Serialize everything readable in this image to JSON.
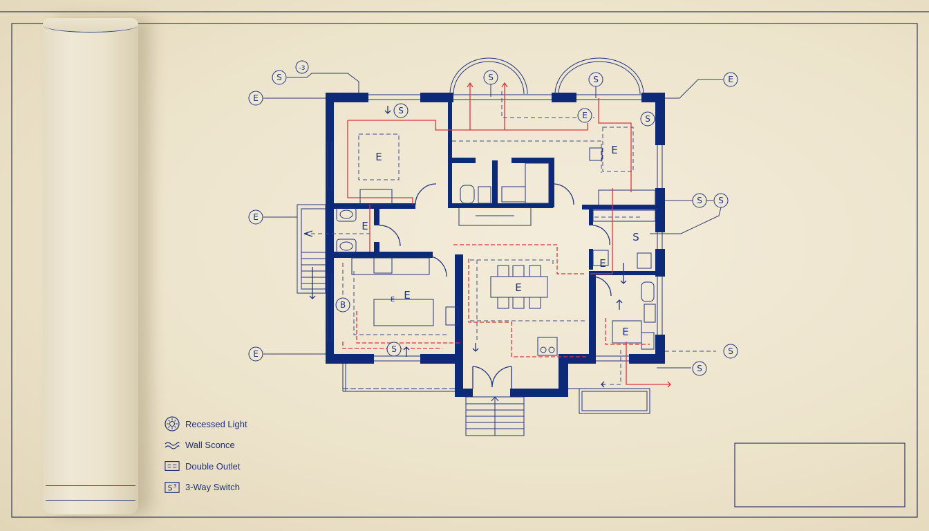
{
  "drawing": {
    "type": "electrical floor plan blueprint",
    "colors": {
      "paper": "#efe8d4",
      "wall": "#0d2a78",
      "line": "#1f3380",
      "circuit_red": "#d9363e",
      "frame": "#2e3a6e"
    },
    "room_labels": [
      "E",
      "E",
      "E",
      "E",
      "E",
      "E",
      "E",
      "E"
    ],
    "callouts": {
      "top_left": [
        "S",
        "3",
        "E"
      ],
      "left": [
        "E",
        "E"
      ],
      "top": [
        "S",
        "S",
        "S",
        "S",
        "E"
      ],
      "right": [
        "E",
        "S",
        "S",
        "S",
        "S"
      ],
      "interior": [
        "S",
        "S",
        "B",
        "S"
      ]
    }
  },
  "legend": {
    "items": [
      {
        "icon": "recessed-light-icon",
        "label": "Recessed Light"
      },
      {
        "icon": "wall-sconce-icon",
        "label": "Wall Sconce"
      },
      {
        "icon": "double-outlet-icon",
        "label": "Double Outlet"
      },
      {
        "icon": "three-way-switch-icon",
        "label": "3-Way Switch",
        "symbol": "S3"
      }
    ]
  },
  "title_block": {}
}
